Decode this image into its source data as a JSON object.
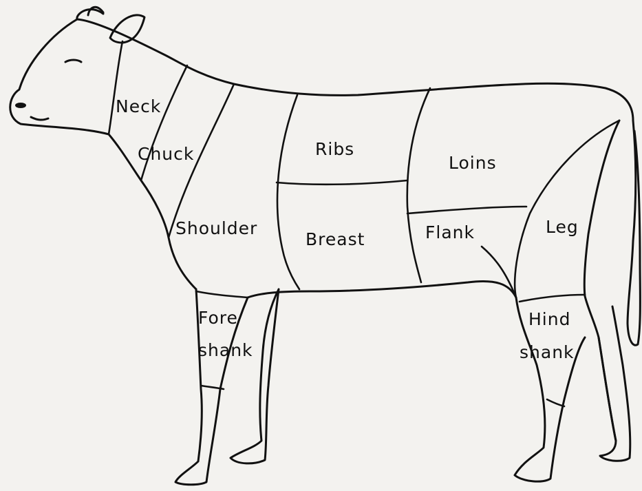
{
  "diagram": {
    "cuts": {
      "neck": "Neck",
      "chuck": "Chuck",
      "shoulder": "Shoulder",
      "ribs": "Ribs",
      "breast": "Breast",
      "loins": "Loins",
      "flank": "Flank",
      "leg": "Leg",
      "foreshank": [
        "Fore",
        "shank"
      ],
      "hindshank": [
        "Hind",
        "shank"
      ]
    }
  }
}
